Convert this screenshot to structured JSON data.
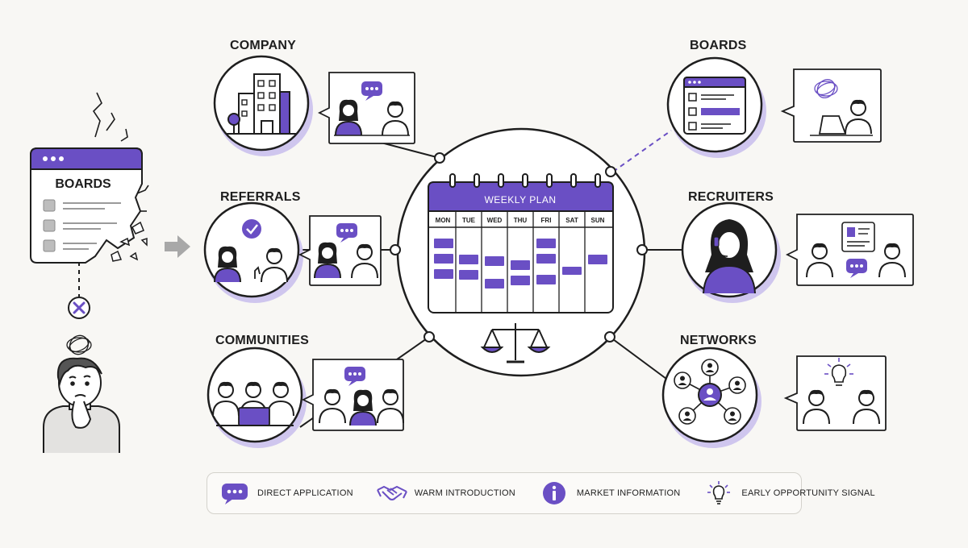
{
  "boards_panel": {
    "title": "BOARDS"
  },
  "calendar": {
    "title": "WEEKLY PLAN",
    "days": [
      "MON",
      "TUE",
      "WED",
      "THU",
      "FRI",
      "SAT",
      "SUN"
    ]
  },
  "channels": [
    {
      "key": "company",
      "label": "COMPANY"
    },
    {
      "key": "referrals",
      "label": "REFERRALS"
    },
    {
      "key": "communities",
      "label": "COMMUNITIES"
    },
    {
      "key": "boards",
      "label": "BOARDS"
    },
    {
      "key": "recruiters",
      "label": "RECRUITERS"
    },
    {
      "key": "networks",
      "label": "NETWORKS"
    }
  ],
  "legend": [
    {
      "icon": "chat-bubble-icon",
      "label": "DIRECT APPLICATION"
    },
    {
      "icon": "handshake-icon",
      "label": "WARM INTRODUCTION"
    },
    {
      "icon": "info-icon",
      "label": "MARKET INFORMATION"
    },
    {
      "icon": "lightbulb-icon",
      "label": "EARLY OPPORTUNITY SIGNAL"
    }
  ],
  "colors": {
    "accent": "#6a4fc4",
    "accent_light": "#cfc6ee",
    "ink": "#1e1e1e",
    "background": "#f8f7f4"
  }
}
